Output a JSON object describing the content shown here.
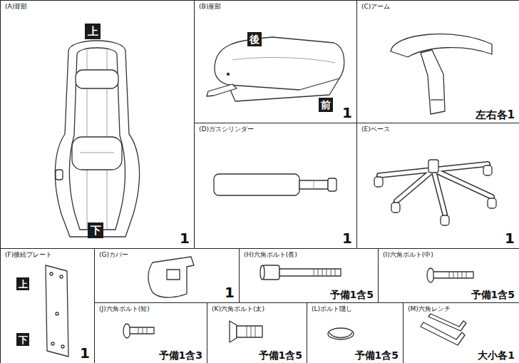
{
  "diagram": {
    "nodes": [
      {
        "text": [
          "(A)背部",
          "1"
        ]
      },
      {
        "text": [
          "上"
        ],
        "in": 0
      },
      {
        "text": [
          "下"
        ],
        "in": 0
      },
      {
        "text": [
          "(B)座部",
          "1"
        ]
      },
      {
        "text": [
          "後"
        ],
        "in": 3
      },
      {
        "text": [
          "前"
        ],
        "in": 3
      },
      {
        "text": [
          "(C)アーム",
          "左右各1"
        ]
      },
      {
        "text": [
          "(D)ガスシリンダー",
          "1"
        ]
      },
      {
        "text": [
          "(E)ベース",
          "1"
        ]
      },
      {
        "text": [
          "(F)接続プレート",
          "1"
        ]
      },
      {
        "text": [
          "上"
        ],
        "in": 9
      },
      {
        "text": [
          "下"
        ],
        "in": 9
      },
      {
        "text": [
          "(G)カバー",
          "1"
        ]
      },
      {
        "text": [
          "(H)六角ボルト(長)",
          "予備1含5"
        ]
      },
      {
        "text": [
          "(I)六角ボルト(中)",
          "予備1含5"
        ]
      },
      {
        "text": [
          "(J)六角ボルト(短)",
          "予備1含3"
        ]
      },
      {
        "text": [
          "(K)六角ボルト(太)",
          "予備1含5"
        ]
      },
      {
        "text": [
          "(L)ボルト隠し",
          "予備1含5"
        ]
      },
      {
        "text": [
          "(M)六角レンチ",
          "大小各1"
        ]
      }
    ]
  }
}
